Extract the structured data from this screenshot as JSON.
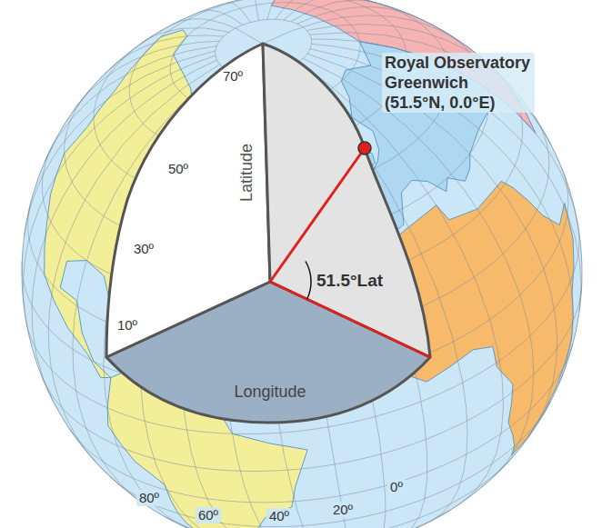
{
  "diagram": {
    "labels": [
      "70º",
      "Royal Observatory Greenwich (51.5°N, 0.0°E)",
      "Latitude",
      "50º",
      "30º",
      "51.5°Lat",
      "10º",
      "Longitude",
      "0º",
      "80º",
      "20º",
      "60º",
      "40º"
    ]
  }
}
